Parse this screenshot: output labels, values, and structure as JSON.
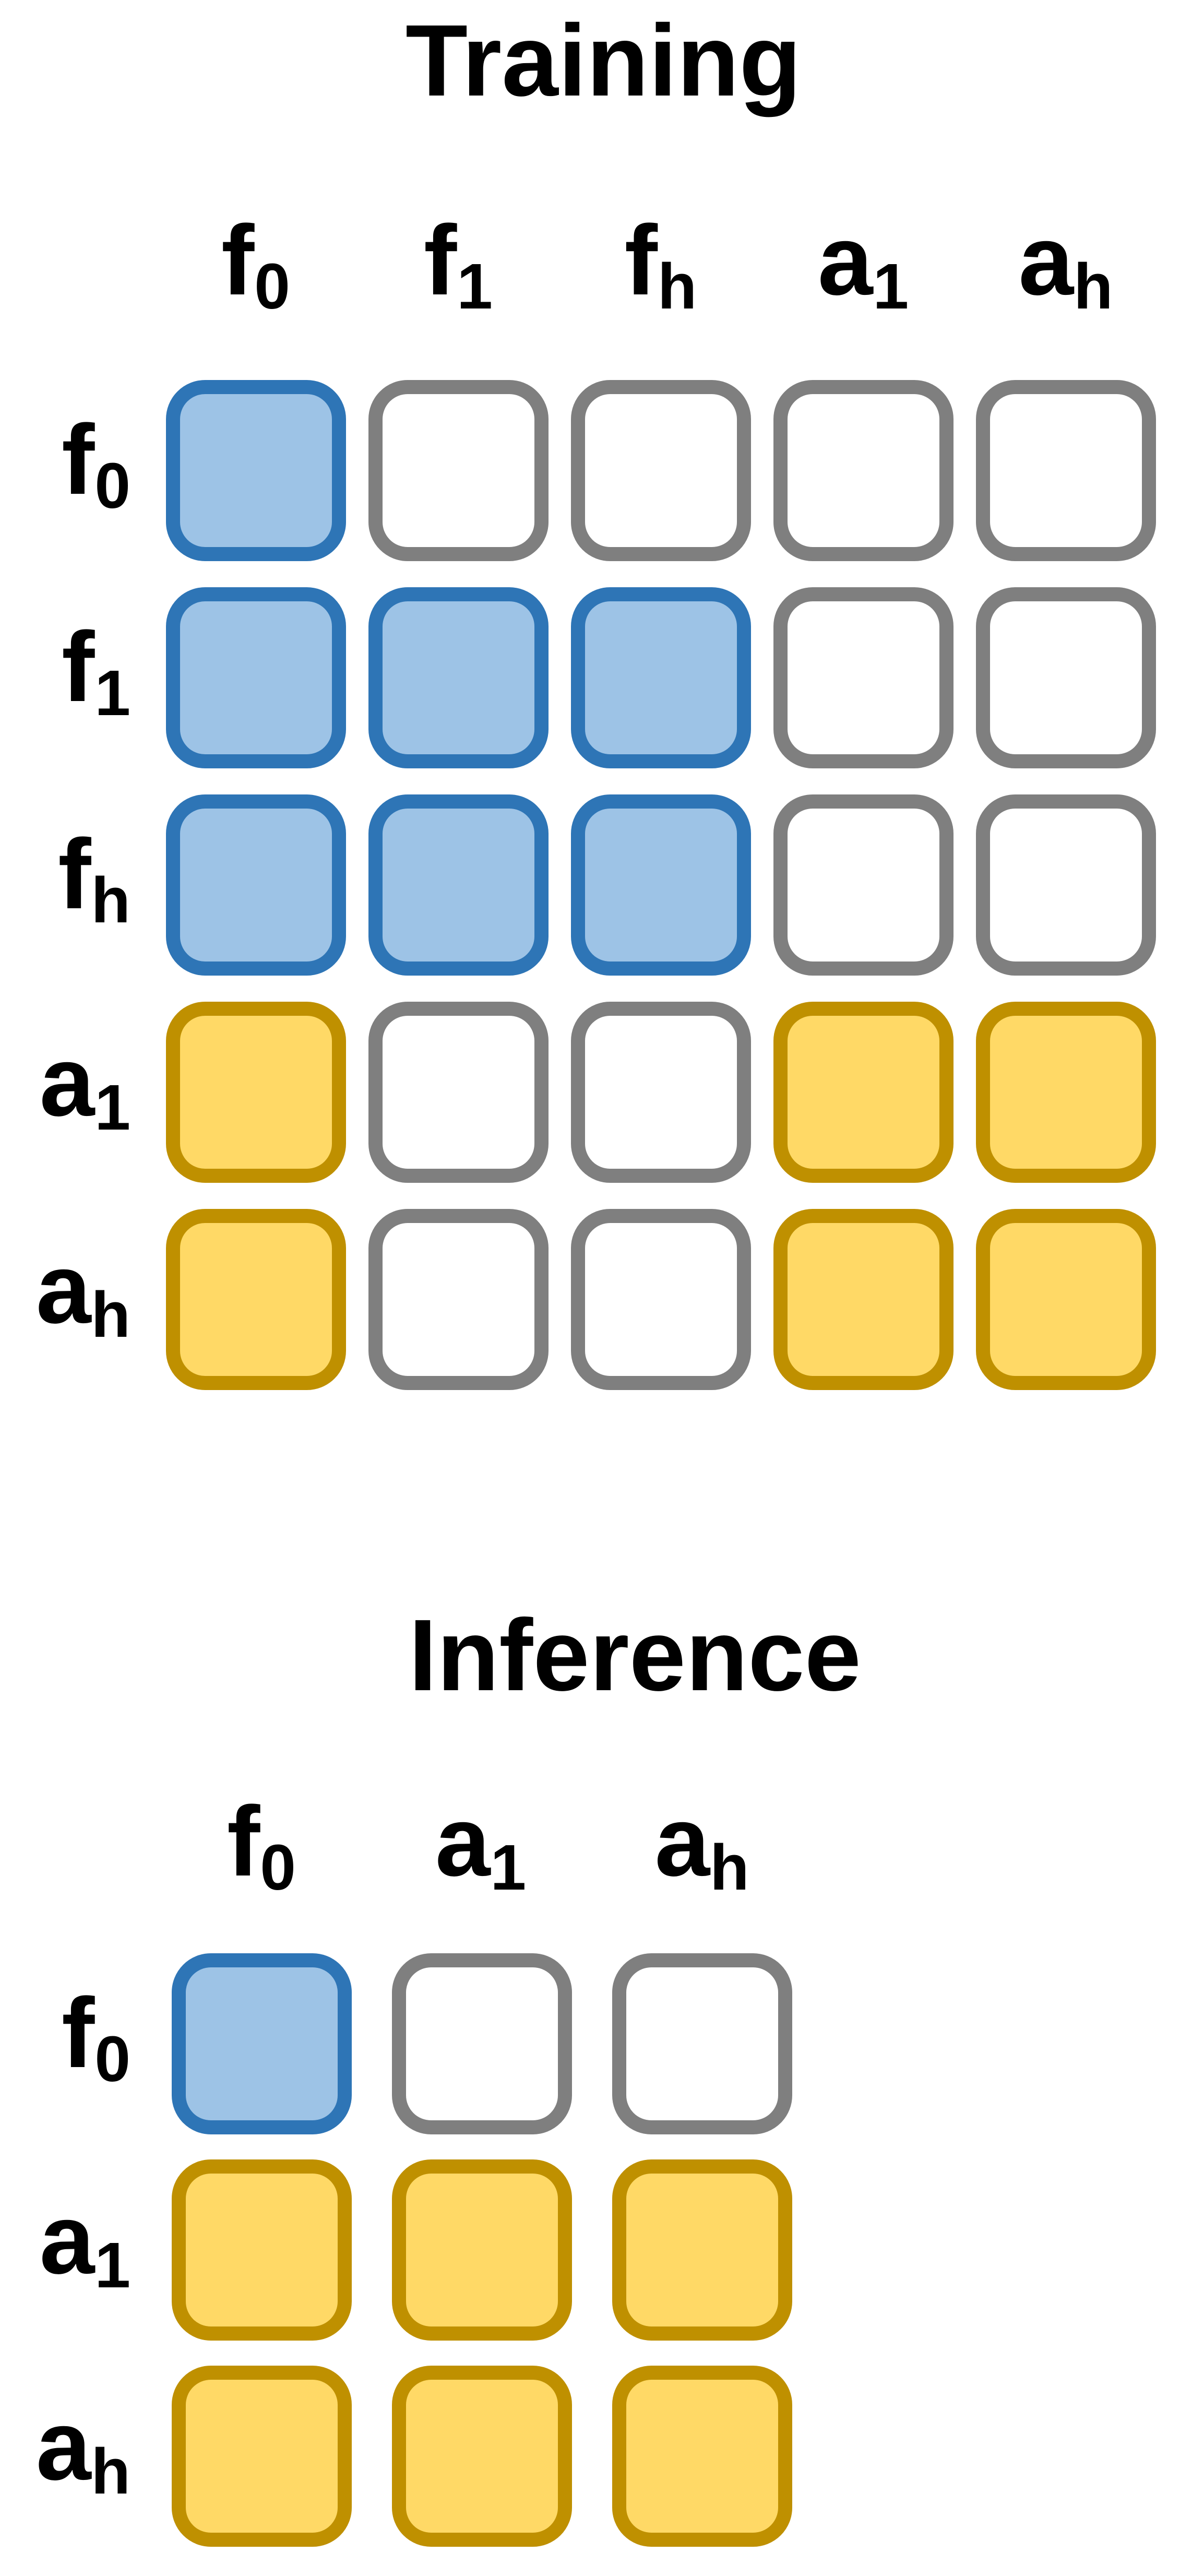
{
  "colors": {
    "feature_fill": "#9DC3E6",
    "feature_border": "#2E75B6",
    "action_fill": "#FFD966",
    "action_border": "#BF9000",
    "masked_fill": "#FFFFFF",
    "masked_border": "#7F7F7F",
    "text": "#000000",
    "background": "#FFFFFF"
  },
  "training": {
    "title": "Training",
    "col_labels": [
      {
        "base": "f",
        "sub": "0"
      },
      {
        "base": "f",
        "sub": "1"
      },
      {
        "base": "f",
        "sub": "h"
      },
      {
        "base": "a",
        "sub": "1"
      },
      {
        "base": "a",
        "sub": "h"
      }
    ],
    "row_labels": [
      {
        "base": "f",
        "sub": "0"
      },
      {
        "base": "f",
        "sub": "1"
      },
      {
        "base": "f",
        "sub": "h"
      },
      {
        "base": "a",
        "sub": "1"
      },
      {
        "base": "a",
        "sub": "h"
      }
    ],
    "mask": [
      [
        "feature",
        "masked",
        "masked",
        "masked",
        "masked"
      ],
      [
        "feature",
        "feature",
        "feature",
        "masked",
        "masked"
      ],
      [
        "feature",
        "feature",
        "feature",
        "masked",
        "masked"
      ],
      [
        "action",
        "masked",
        "masked",
        "action",
        "action"
      ],
      [
        "action",
        "masked",
        "masked",
        "action",
        "action"
      ]
    ]
  },
  "inference": {
    "title": "Inference",
    "col_labels": [
      {
        "base": "f",
        "sub": "0"
      },
      {
        "base": "a",
        "sub": "1"
      },
      {
        "base": "a",
        "sub": "h"
      }
    ],
    "row_labels": [
      {
        "base": "f",
        "sub": "0"
      },
      {
        "base": "a",
        "sub": "1"
      },
      {
        "base": "a",
        "sub": "h"
      }
    ],
    "mask": [
      [
        "feature",
        "masked",
        "masked"
      ],
      [
        "action",
        "action",
        "action"
      ],
      [
        "action",
        "action",
        "action"
      ]
    ]
  }
}
